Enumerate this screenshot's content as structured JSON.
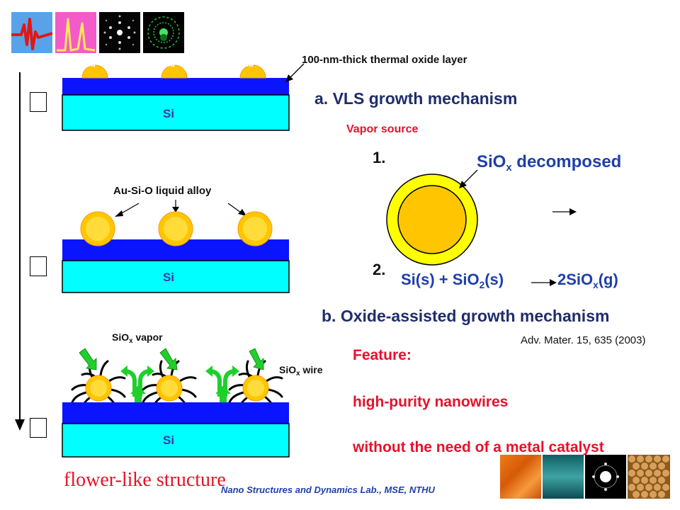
{
  "stage1": {
    "particle_label": "Au",
    "substrate_label": "Si",
    "oxide_callout": "100-nm-thick thermal oxide layer"
  },
  "stage2": {
    "alloy_label": "Au-Si-O liquid alloy",
    "substrate_label": "Si"
  },
  "stage3": {
    "vapor_label": "SiO",
    "vapor_label_sub": "x",
    "vapor_label_tail": " vapor",
    "wire_label": "SiO",
    "wire_label_sub": "x",
    "wire_label_tail": "  wire",
    "substrate_label": "Si"
  },
  "vls": {
    "title": "a. VLS growth mechanism",
    "vapor_source": "Vapor source",
    "step1": "1.",
    "decomposed_main": "SiO",
    "decomposed_sub": "x",
    "decomposed_tail": " decomposed",
    "step2": "2.",
    "eq_left": "Si(s) + SiO",
    "eq_left_sub": "2",
    "eq_left_tail": "(s)",
    "eq_right": "2SiO",
    "eq_right_sub": "x",
    "eq_right_tail": "(g)"
  },
  "oxide_assisted": {
    "title": "b. Oxide-assisted growth mechanism",
    "reference": "Adv. Mater. 15, 635 (2003)"
  },
  "feature": {
    "heading": "Feature:",
    "line1": "high-purity nanowires",
    "line2": "without the need of a metal catalyst"
  },
  "caption": "flower-like structure",
  "footer": "Nano Structures and Dynamics Lab., MSE, NTHU",
  "colors": {
    "silicon": "#00ffff",
    "oxide": "#0a14ff",
    "gold": "#ffc600",
    "gold_rim": "#ff9900",
    "arrow_green": "#1fd02a",
    "title_navy": "#1f2d6b",
    "feature_red": "#e8102a",
    "text_blue": "#1f3faa"
  },
  "icons": [
    "waveform-icon",
    "spectrum-peaks-icon",
    "diffraction-pattern-icon",
    "green-diffraction-icon",
    "orange-texture-thumbnail",
    "teal-texture-thumbnail",
    "diffraction-thumbnail",
    "particle-array-thumbnail"
  ]
}
